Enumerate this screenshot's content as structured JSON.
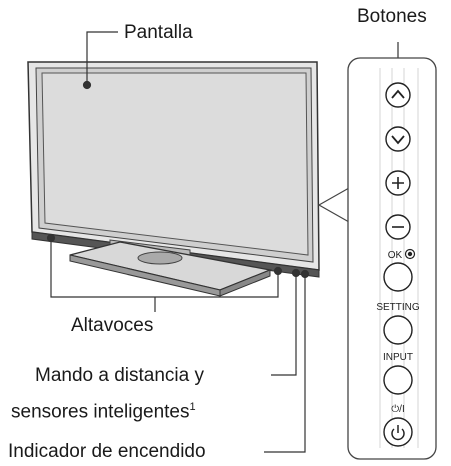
{
  "labels": {
    "screen": "Pantalla",
    "buttons": "Botones",
    "speakers": "Altavoces",
    "remote_sensor_line1": "Mando a distancia y",
    "remote_sensor_line2": "sensores inteligentes",
    "remote_sensor_footnote": "1",
    "power_indicator": "Indicador de encendido"
  },
  "button_panel": {
    "ok": "OK",
    "setting": "SETTING",
    "input": "INPUT",
    "power": "⏻/I"
  },
  "icons": [
    "chevron-up-icon",
    "chevron-down-icon",
    "plus-icon",
    "minus-icon",
    "ok-dot-icon",
    "power-icon"
  ]
}
